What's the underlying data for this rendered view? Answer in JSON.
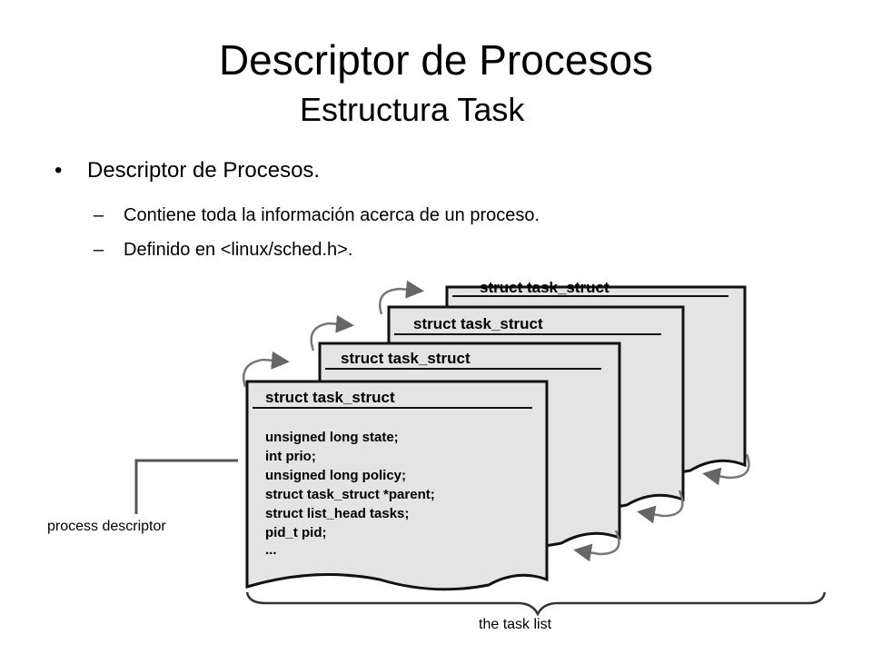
{
  "slide": {
    "title": "Descriptor de Procesos",
    "subtitle": "Estructura Task",
    "bullet": {
      "mark": "•",
      "text": "Descriptor de Procesos."
    },
    "sub_bullets": [
      {
        "mark": "–",
        "text": "Contiene toda la información acerca de un proceso."
      },
      {
        "mark": "–",
        "text": "Definido en <linux/sched.h>."
      }
    ]
  },
  "diagram": {
    "card_header": "struct task_struct",
    "fields": [
      "unsigned long state;",
      "int prio;",
      "unsigned long policy;",
      "struct task_struct *parent;",
      "struct list_head tasks;",
      "pid_t pid;",
      "..."
    ],
    "process_descriptor_label": "process descriptor",
    "task_list_label": "the task list",
    "colors": {
      "card_fill": "#e4e4e4",
      "card_stroke": "#111111"
    }
  }
}
